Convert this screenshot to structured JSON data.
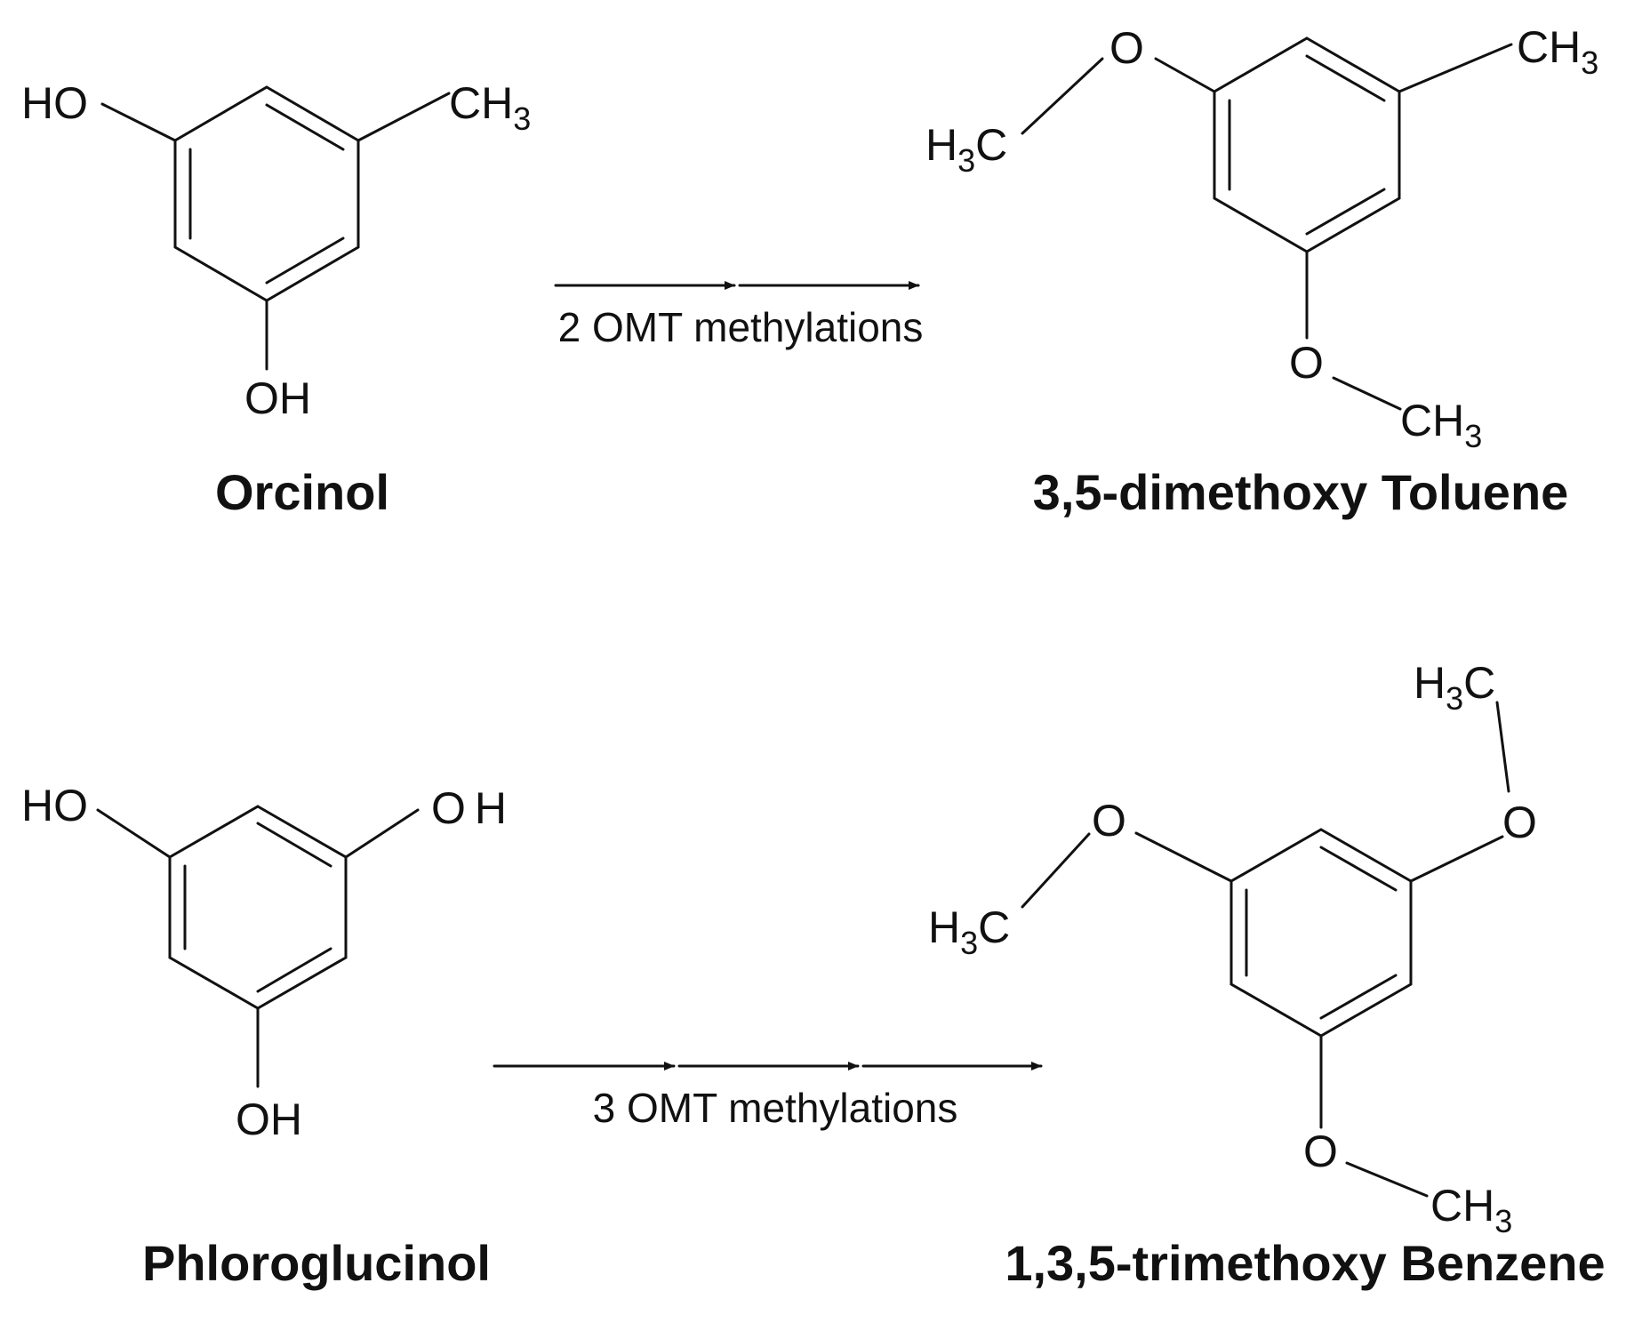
{
  "molecules": {
    "orcinol": {
      "name": "Orcinol",
      "labels": {
        "ho": "HO",
        "ch3_c": "CH",
        "ch3_n": "3",
        "oh": "OH"
      }
    },
    "dimethoxy_toluene": {
      "name": "3,5-dimethoxy Toluene",
      "labels": {
        "o1": "O",
        "h3c_h": "H",
        "h3c_n": "3",
        "h3c_c": "C",
        "ch3_c": "CH",
        "ch3_n": "3",
        "o2": "O",
        "ch3b_c": "CH",
        "ch3b_n": "3"
      }
    },
    "phloroglucinol": {
      "name": "Phloroglucinol",
      "labels": {
        "ho": "HO",
        "oh1": "OH",
        "oh2": "OH"
      }
    },
    "trimethoxy_benzene": {
      "name": "1,3,5-trimethoxy Benzene",
      "labels": {
        "h3c_top_h": "H",
        "h3c_top_n": "3",
        "h3c_top_c": "C",
        "o_right": "O",
        "o_left": "O",
        "h3c_left_h": "H",
        "h3c_left_n": "3",
        "h3c_left_c": "C",
        "o_bottom": "O",
        "ch3_c": "CH",
        "ch3_n": "3"
      }
    }
  },
  "reactions": {
    "top": {
      "label": "2 OMT methylations",
      "arrow_count": 2
    },
    "bottom": {
      "label": "3 OMT methylations",
      "arrow_count": 3
    }
  }
}
